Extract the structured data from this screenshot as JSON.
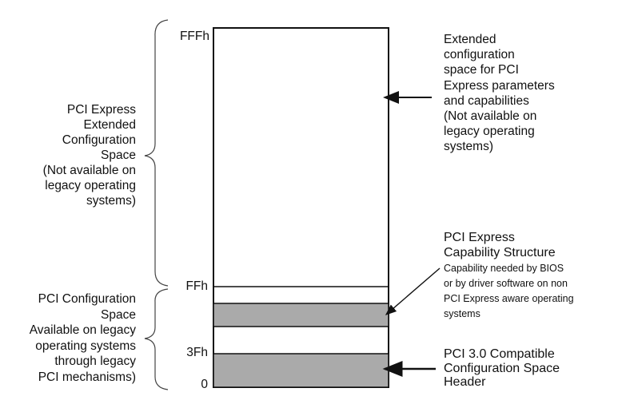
{
  "addresses": {
    "top": "FFFh",
    "ff": "FFh",
    "three_f": "3Fh",
    "zero": "0"
  },
  "left_labels": {
    "extended": [
      "PCI Express",
      "Extended",
      "Configuration",
      "Space",
      "(Not available on",
      "legacy operating",
      "systems)"
    ],
    "pci_config": [
      "PCI Configuration",
      "Space",
      "Available on legacy",
      "operating systems",
      "through legacy",
      "PCI mechanisms)"
    ]
  },
  "right_labels": {
    "extended_space": [
      "Extended",
      "configuration",
      "space for PCI",
      "Express parameters",
      "and capabilities",
      "(Not available on",
      "legacy operating",
      "systems)"
    ],
    "capability_title": [
      "PCI Express",
      "Capability Structure"
    ],
    "capability_desc": [
      "Capability needed  by BIOS",
      "or by driver software on non",
      "PCI Express aware operating",
      "systems"
    ],
    "header": [
      "PCI 3.0 Compatible",
      "Configuration Space",
      "Header"
    ]
  },
  "colors": {
    "shaded_region": "#aaaaaa",
    "outline": "#111111"
  }
}
